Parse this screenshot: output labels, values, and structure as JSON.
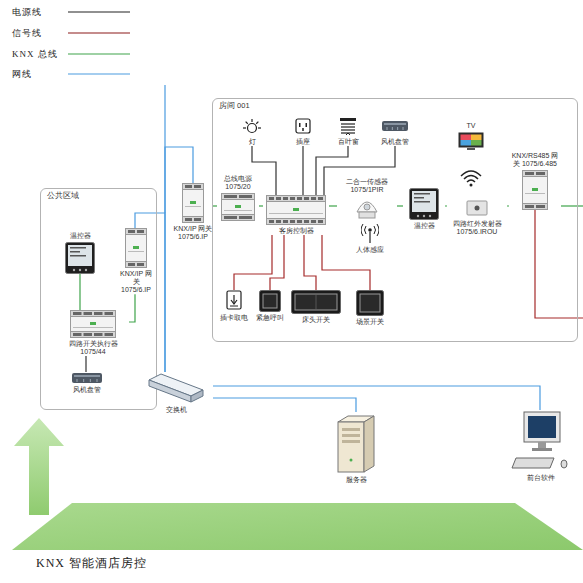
{
  "diagram": {
    "caption": "KNX 智能酒店房控",
    "nodes": [
      {
        "text": [
          "公共区域"
        ]
      },
      {
        "text": [
          "温控器"
        ],
        "in": 0
      },
      {
        "text": [
          "KNX/IP 网关 1075/6.IP"
        ],
        "in": 0
      },
      {
        "text": [
          "四路开关执行器 1075/44"
        ],
        "in": 0
      },
      {
        "text": [
          "风机盘管"
        ],
        "in": 0
      },
      {
        "text": [
          "KNX/IP 网关 1075/6.IP"
        ]
      },
      {
        "text": [
          "房间 001"
        ]
      },
      {
        "text": [
          "灯"
        ],
        "in": 6
      },
      {
        "text": [
          "插座"
        ],
        "in": 6
      },
      {
        "text": [
          "百叶窗"
        ],
        "in": 6
      },
      {
        "text": [
          "风机盘管"
        ],
        "in": 6
      },
      {
        "text": [
          "总线电源 1075/20"
        ],
        "in": 6
      },
      {
        "text": [
          "客房控制器"
        ],
        "in": 6
      },
      {
        "text": [
          "二合一传感器 1075/1PIR"
        ],
        "in": 6
      },
      {
        "text": [
          "人体感应"
        ],
        "in": 6
      },
      {
        "text": [
          "温控器"
        ],
        "in": 6
      },
      {
        "text": [
          "四路红外发射器 1075/6.IROU"
        ],
        "in": 6
      },
      {
        "text": [
          "TV"
        ],
        "in": 6
      },
      {
        "text": [
          "KNX/RS485 网关 1075/6.485"
        ],
        "in": 6
      },
      {
        "text": [
          "插卡取电"
        ],
        "in": 6
      },
      {
        "text": [
          "紧急呼叫"
        ],
        "in": 6
      },
      {
        "text": [
          "床头开关"
        ],
        "in": 6
      },
      {
        "text": [
          "场景开关"
        ],
        "in": 6
      },
      {
        "text": [
          "交换机"
        ]
      },
      {
        "text": [
          "服务器"
        ]
      },
      {
        "text": [
          "前台软件"
        ]
      }
    ],
    "edges": [
      {
        "from": 2,
        "to": 23,
        "arrow": "none"
      },
      {
        "from": 5,
        "to": 23,
        "arrow": "none"
      },
      {
        "from": 23,
        "to": 24,
        "arrow": "none"
      },
      {
        "from": 23,
        "to": 25,
        "arrow": "none"
      },
      {
        "from": 1,
        "to": 3,
        "arrow": "none"
      },
      {
        "from": 2,
        "to": 3,
        "arrow": "none"
      },
      {
        "from": 3,
        "to": 4,
        "arrow": "none"
      },
      {
        "from": 5,
        "to": 11,
        "arrow": "none"
      },
      {
        "from": 11,
        "to": 12,
        "arrow": "none"
      },
      {
        "from": 12,
        "to": 13,
        "arrow": "none"
      },
      {
        "from": 13,
        "to": 15,
        "arrow": "none"
      },
      {
        "from": 15,
        "to": 16,
        "arrow": "none"
      },
      {
        "from": 16,
        "to": 18,
        "arrow": "none"
      },
      {
        "from": 12,
        "to": 7,
        "arrow": "none"
      },
      {
        "from": 12,
        "to": 8,
        "arrow": "none"
      },
      {
        "from": 12,
        "to": 9,
        "arrow": "none"
      },
      {
        "from": 12,
        "to": 10,
        "arrow": "none"
      },
      {
        "from": 12,
        "to": 19,
        "arrow": "none"
      },
      {
        "from": 12,
        "to": 20,
        "arrow": "none"
      },
      {
        "from": 12,
        "to": 21,
        "arrow": "none"
      },
      {
        "from": 12,
        "to": 22,
        "arrow": "none"
      }
    ],
    "legend": [
      {
        "text": "电源线"
      },
      {
        "text": "信号线"
      },
      {
        "text": "KNX 总线"
      },
      {
        "text": "网线"
      }
    ]
  }
}
